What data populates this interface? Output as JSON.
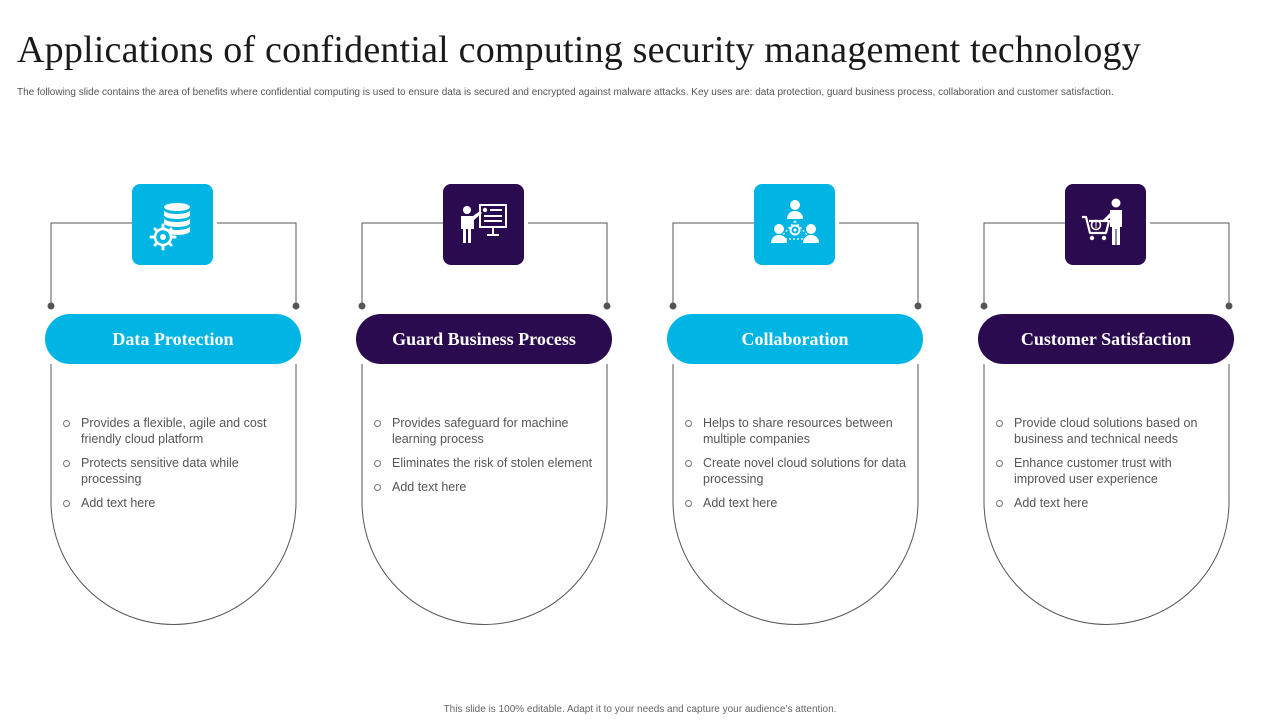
{
  "title": "Applications of confidential computing security management technology",
  "subtitle": "The following slide contains the area of benefits where confidential computing is used to ensure data is secured and encrypted against malware attacks. Key uses are: data protection, guard business process, collaboration and customer satisfaction.",
  "footer": "This slide is 100% editable. Adapt it to your needs and capture your audience’s attention.",
  "colors": {
    "cyan": "#00b5e3",
    "purple": "#2a0b4f",
    "outline": "#555555"
  },
  "cards": [
    {
      "heading": "Data Protection",
      "icon": "database-gear-icon",
      "bullets": [
        "Provides a flexible, agile and cost friendly cloud platform",
        "Protects sensitive data while processing",
        "Add text here"
      ]
    },
    {
      "heading": "Guard Business Process",
      "icon": "presenter-board-icon",
      "bullets": [
        "Provides safeguard for machine learning process",
        "Eliminates the risk of stolen element",
        "Add text here"
      ]
    },
    {
      "heading": "Collaboration",
      "icon": "team-network-icon",
      "bullets": [
        "Helps to share resources between multiple companies",
        "Create novel cloud solutions for data processing",
        "Add text here"
      ]
    },
    {
      "heading": "Customer Satisfaction",
      "icon": "shopping-cart-person-icon",
      "bullets": [
        "Provide cloud solutions based on business and technical needs",
        "Enhance customer trust with improved user experience",
        "Add text here"
      ]
    }
  ]
}
